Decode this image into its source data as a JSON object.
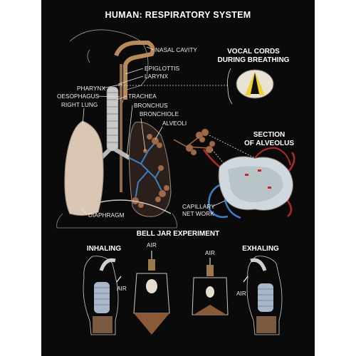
{
  "title": "HUMAN: RESPIRATORY SYSTEM",
  "labels": {
    "nasal_cavity": "NASAL CAVITY",
    "epiglottis": "EPIGLOTTIS",
    "larynx": "LARYNX",
    "pharynx": "PHARYNX",
    "oesophagus": "OESOPHAGUS",
    "right_lung": "RIGHT LUNG",
    "trachea": "TRACHEA",
    "bronchus": "BRONCHUS",
    "bronchiole": "BRONCHIOLE",
    "alveoli": "ALVEOLI",
    "capillary_line1": "CAPILLARY",
    "capillary_line2": "NET WORK",
    "diaphragm": "DIAPHRAGM"
  },
  "vocal_cords": {
    "line1": "VOCAL CORDS",
    "line2": "DURING BREATHING"
  },
  "alveolus_section": {
    "line1": "SECTION",
    "line2": "OF ALVEOLUS"
  },
  "bell_jar": {
    "title": "BELL JAR EXPERIMENT",
    "inhaling": "INHALING",
    "exhaling": "EXHALING",
    "air_labels": [
      "AIR",
      "AIR",
      "AIR",
      "AIR"
    ]
  },
  "colors": {
    "background": "#0b0a0a",
    "lung": "#d9c7b4",
    "bronchi_blue": "#3d7fc4",
    "capillary_red": "#b22a26",
    "alveoli_brown": "#a0694a",
    "trachea": "#b8b8b8"
  }
}
